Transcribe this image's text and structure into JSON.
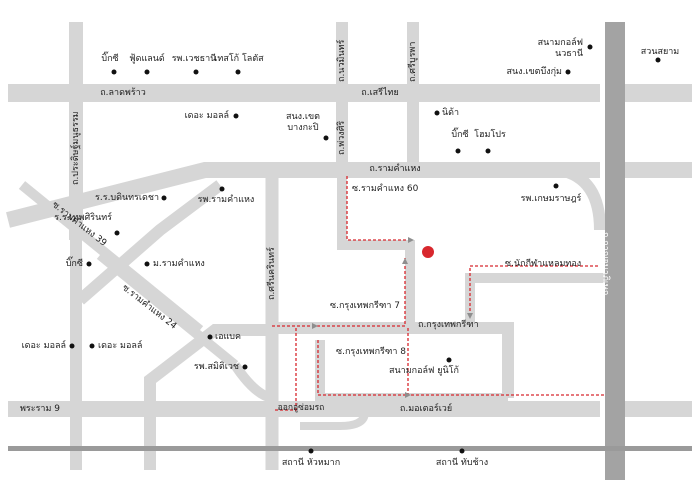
{
  "colors": {
    "road": "#d6d6d6",
    "railway": "#9a9a9a",
    "highway": "#a3a3a3",
    "route": "#d8272d",
    "destination": "#d8272d",
    "poi": "#111111",
    "arrow": "#8e8e8e"
  },
  "destination": {
    "icon": "red-dot-icon"
  },
  "roads": {
    "latphrao": "ถ.ลาดพร้าว",
    "serithai": "ถ.เสรีไทย",
    "ramkhamhaeng": "ถ.รามคำแหง",
    "nawamin": "ถ.นวมินทร์",
    "sribunruang": "ถ.ศรีบูรพา",
    "phongsiri": "ถ.พ่วงศิริ",
    "pradit_manutham": "ถ.ประดิษฐ์มนูธรรม",
    "sinakharin": "ถ.ศรีนครินทร์",
    "kanchanaphisek": "ถ.กาญจนาภิเษก",
    "motorway": "ถ.มอเตอร์เวย์",
    "rama9": "พระราม 9",
    "ram60": "ซ.รามคำแหง 60",
    "ram39": "ซ.รามคำแหง 39",
    "ram24": "ซ.รามคำแหง 24",
    "krungthep_kritha": "ถ.กรุงเทพกรีฑา",
    "kk7": "ซ.กรุงเทพกรีฑา 7",
    "kk8": "ซ.กรุงเทพกรีฑา 8",
    "nakkeela": "ซ.นักกีฬาแหลมทอง",
    "exit": "ออกอู่ซ่อมรถ"
  },
  "stations": {
    "hua_mak": "สถานี หัวหมาก",
    "thap_chang": "สถานี ทับช้าง"
  },
  "pois": {
    "big_c_top": "บิ๊กซี",
    "foodland": "ฟู้ดแลนด์",
    "vejthani": "รพ.เวชธานี",
    "lotus": "เทสโก้ โลตัส",
    "golf_nawathani": "สนามกอล์ฟ\nนวธานี",
    "suan_siam": "สวนสยาม",
    "bueng_kum": "สนง.เขตบึงกุ่ม",
    "mall_bangkapi": "เดอะ มอลล์",
    "bangkapi_district": "สนง.เขต\nบางกะปิ",
    "nida": "นิด้า",
    "big_c_mid": "บิ๊กซี",
    "homepro": "โฮมโปร",
    "bodindecha": "ร.ร.บดินทรเดชา",
    "tepsirin": "ร.ร.เทพศิรินทร์",
    "ram_hospital": "รพ.รามคำแหง",
    "kasemrad": "รพ.เกษมราษฎร์",
    "big_c_left": "บิ๊กซี",
    "ram_university": "ม.รามคำแหง",
    "mall_left": "เดอะ มอลล์",
    "mall_center": "เดอะ มอลล์",
    "icb": "เอแบค",
    "samitivej": "รพ.สมิติเวช",
    "golf_unico": "สนามกอล์ฟ ยูนิโก้"
  }
}
